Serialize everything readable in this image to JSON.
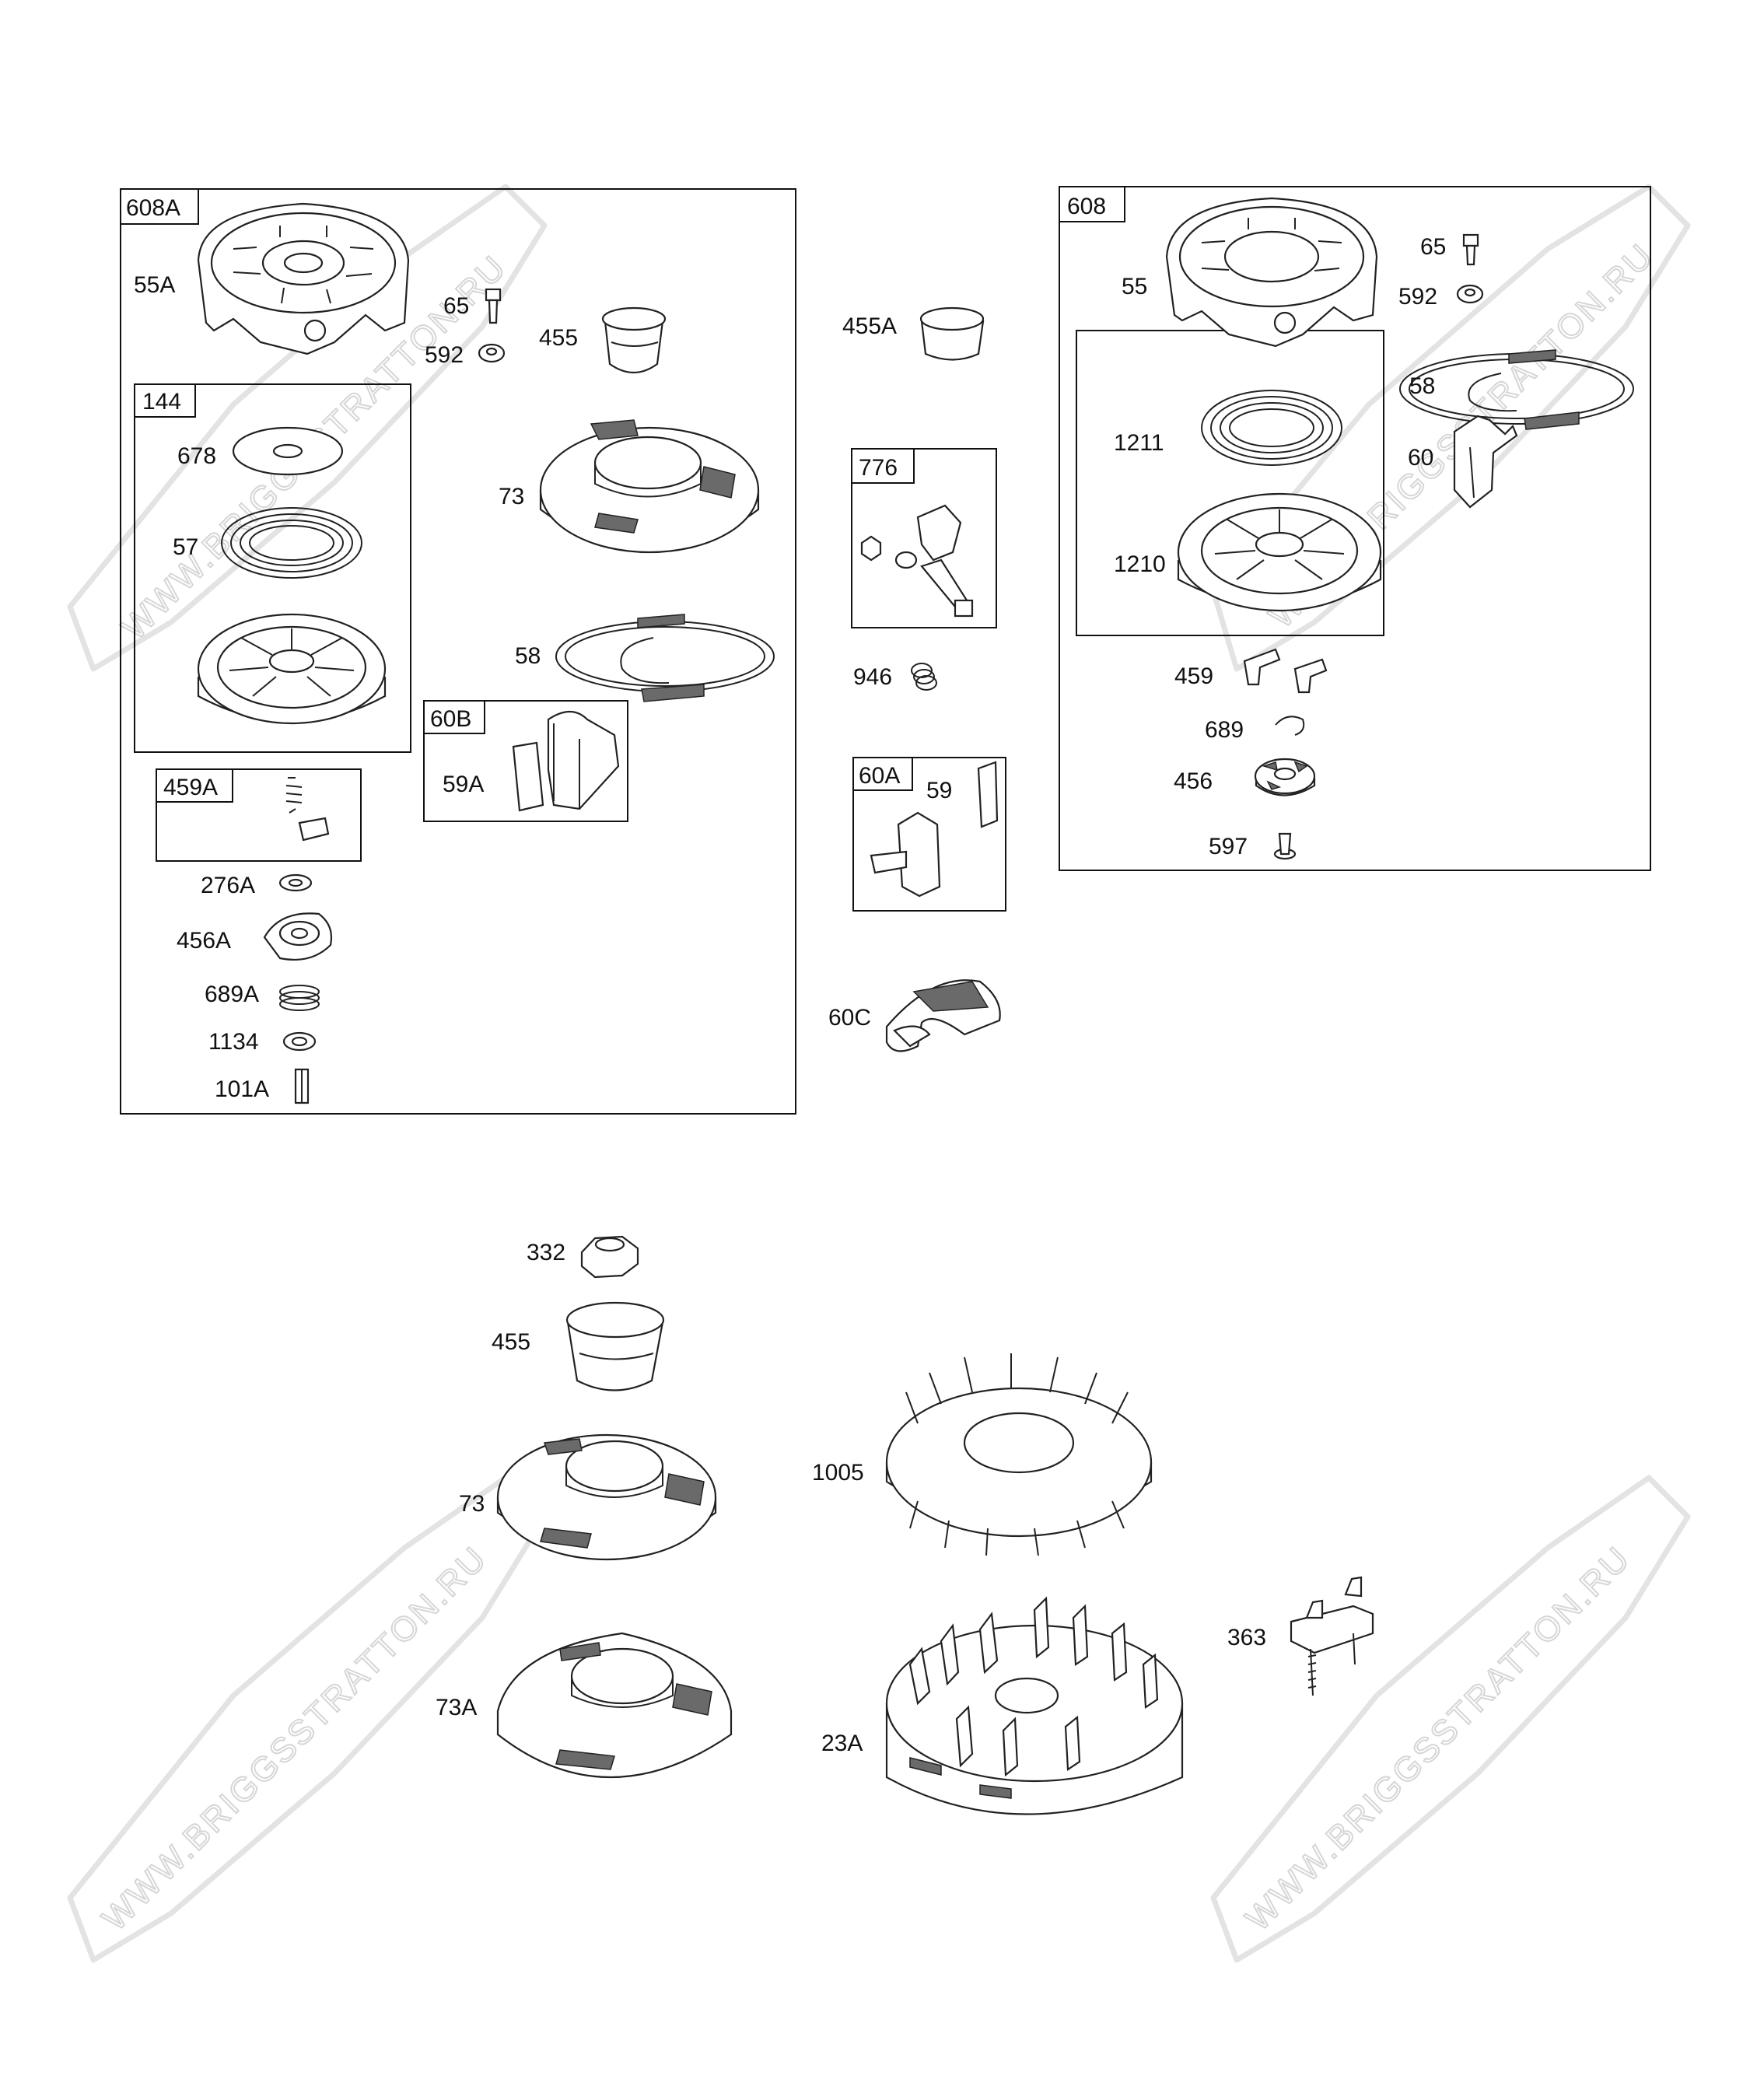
{
  "watermark": "WWW.BRIGGSSTRATTON.RU",
  "groups": {
    "kit_608A": "608A",
    "sub_144": "144",
    "kit_459A": "459A",
    "kit_60B": "60B",
    "kit_776": "776",
    "kit_60A": "60A",
    "kit_608": "608",
    "sub_1211_1210": ""
  },
  "labels": {
    "p55A": "55A",
    "p65a": "65",
    "p592a": "592",
    "p455a": "455",
    "p678": "678",
    "p57": "57",
    "p73a": "73",
    "p58a": "58",
    "p59A": "59A",
    "p276A": "276A",
    "p456A": "456A",
    "p689A": "689A",
    "p1134": "1134",
    "p101A": "101A",
    "p455A": "455A",
    "p946": "946",
    "p59": "59",
    "p60C": "60C",
    "p55": "55",
    "p65b": "65",
    "p592b": "592",
    "p1211": "1211",
    "p1210": "1210",
    "p58b": "58",
    "p60": "60",
    "p459": "459",
    "p689": "689",
    "p456": "456",
    "p597": "597",
    "p332": "332",
    "p455b": "455",
    "p73b": "73",
    "p73A": "73A",
    "p1005": "1005",
    "p23A": "23A",
    "p363": "363"
  }
}
